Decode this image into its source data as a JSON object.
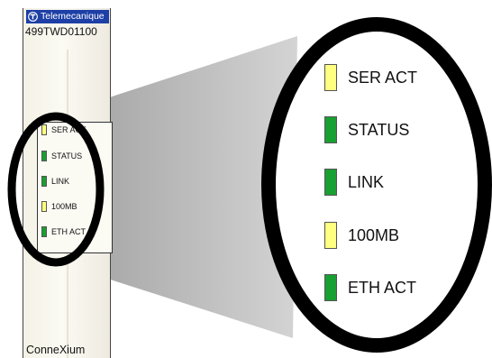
{
  "device": {
    "brand": "Telemecanique",
    "model": "499TWD01100",
    "series": "ConneXium"
  },
  "colors": {
    "led_yellow": "#ffff80",
    "led_green": "#18a032",
    "frame_black": "#000000",
    "beam_gray": "#c9c9c9",
    "brand_blue": "#1d3fa6"
  },
  "leds": [
    {
      "label": "SER ACT",
      "color": "yellow"
    },
    {
      "label": "STATUS",
      "color": "green"
    },
    {
      "label": "LINK",
      "color": "green"
    },
    {
      "label": "100MB",
      "color": "yellow"
    },
    {
      "label": "ETH ACT",
      "color": "green"
    }
  ]
}
